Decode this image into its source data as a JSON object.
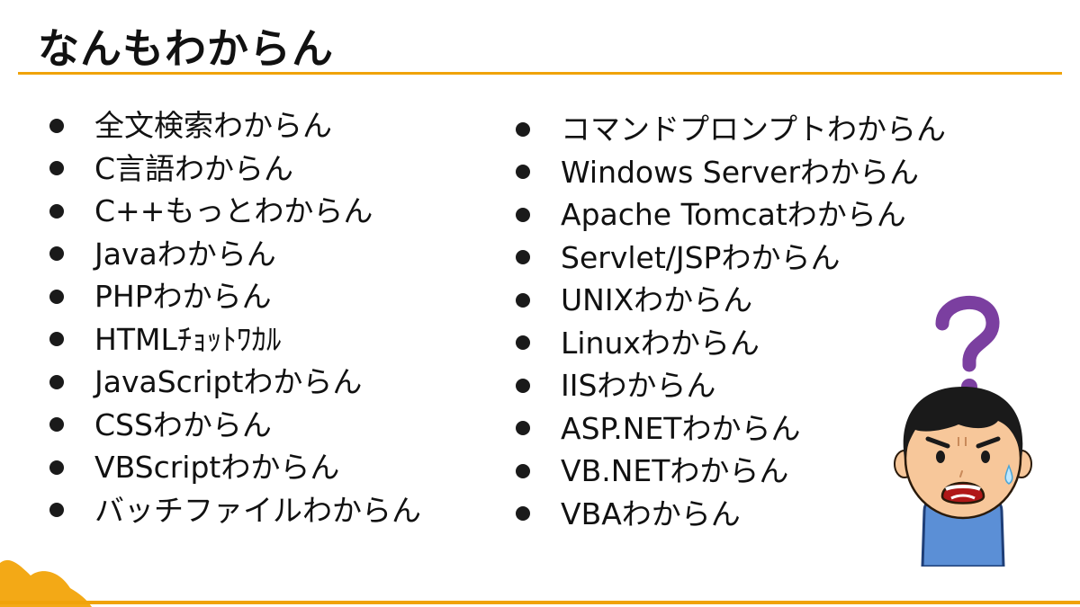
{
  "title": "なんもわからん",
  "left_items": [
    "全文検索わからん",
    "C言語わからん",
    "C++もっとわからん",
    "Javaわからん",
    "PHPわからん",
    "HTMLﾁｮｯﾄﾜｶﾙ",
    "JavaScriptわからん",
    "CSSわからん",
    "VBScriptわからん",
    "バッチファイルわからん"
  ],
  "right_items": [
    "コマンドプロンプトわからん",
    "Windows Serverわからん",
    "Apache Tomcatわからん",
    "Servlet/JSPわからん",
    "UNIXわからん",
    "Linuxわからん",
    "IISわからん",
    "ASP.NETわからん",
    "VB.NETわからん",
    "VBAわからん"
  ],
  "illustration": {
    "icon": "confused-person-question-mark-icon",
    "question_mark_color": "#7b3fa0"
  },
  "colors": {
    "accent": "#f0a30a",
    "text": "#111111",
    "background": "#ffffff"
  }
}
